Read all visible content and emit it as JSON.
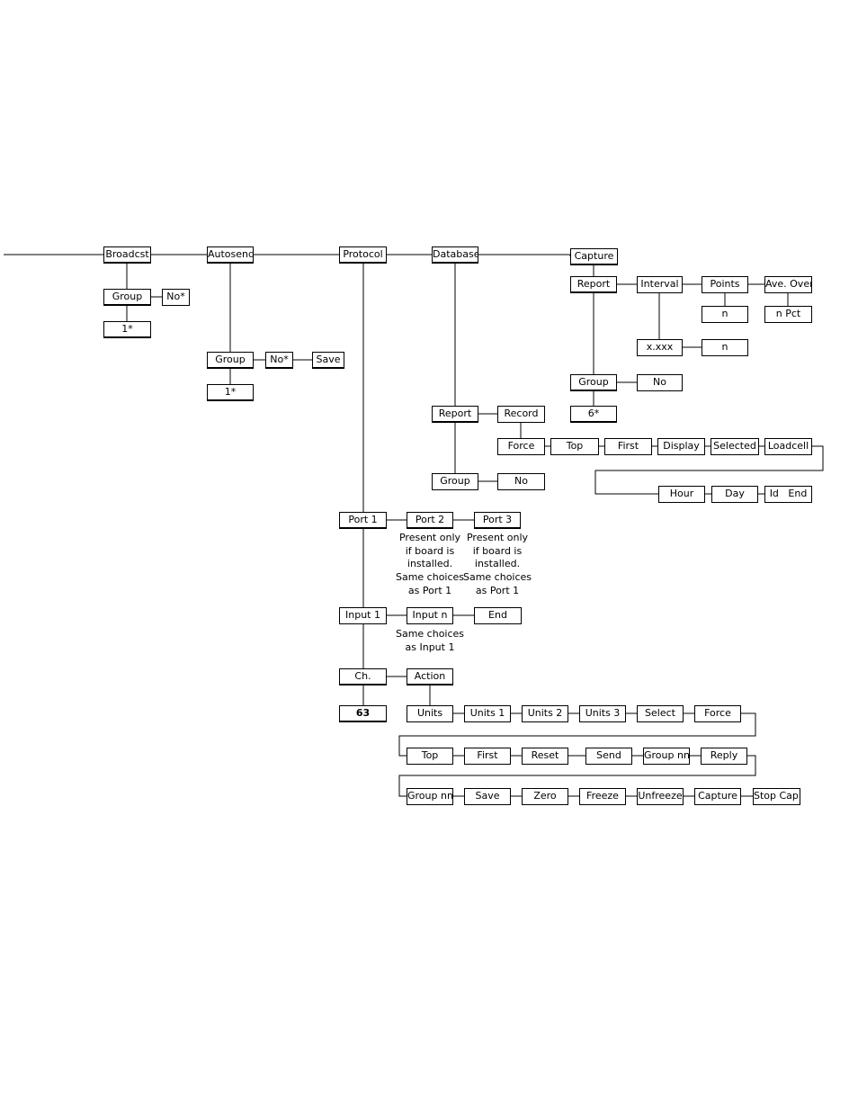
{
  "menu": {
    "broadcst": "Broadcst",
    "broadcst_group": "Group",
    "broadcst_group_no": "No*",
    "broadcst_group_1": "1*",
    "autosend": "Autosend",
    "autosend_group": "Group",
    "autosend_no": "No*",
    "autosend_save": "Save",
    "autosend_1": "1*",
    "protocol": "Protocol",
    "database": "Database",
    "db_report": "Report",
    "db_record": "Record",
    "db_group": "Group",
    "db_no": "No",
    "capture": "Capture",
    "cap_report": "Report",
    "cap_interval": "Interval",
    "cap_points": "Points",
    "cap_ave_over": "Ave. Over",
    "cap_points_n": "n",
    "cap_ave_n_pct": "n Pct",
    "cap_xxxx": "x.xxx",
    "cap_xxxx_n": "n",
    "cap_group": "Group",
    "cap_group_no": "No",
    "cap_group_6": "6*",
    "rec_force": "Force",
    "rec_top": "Top",
    "rec_first": "First",
    "rec_display": "Display",
    "rec_selected": "Selected",
    "rec_loadcell": "Loadcell",
    "rec_hour": "Hour",
    "rec_day": "Day",
    "rec_id_end": "Id   End",
    "port1": "Port 1",
    "port2": "Port 2",
    "port3": "Port 3",
    "port2_note": "Present only\nif board is\ninstalled.\nSame choices\nas Port 1",
    "port3_note": "Present only\nif board is\ninstalled.\nSame choices\nas Port 1",
    "input1": "Input 1",
    "inputn": "Input n",
    "input_end": "End",
    "inputn_note": "Same choices\nas Input 1",
    "ch": "Ch.",
    "action": "Action",
    "ch_63": "63",
    "act_units": "Units",
    "act_units1": "Units 1",
    "act_units2": "Units 2",
    "act_units3": "Units 3",
    "act_select": "Select",
    "act_force": "Force",
    "act_top": "Top",
    "act_first": "First",
    "act_reset": "Reset",
    "act_send": "Send",
    "act_group_nn_1": "Group nn",
    "act_reply": "Reply",
    "act_group_nn_2": "Group nn",
    "act_save": "Save",
    "act_zero": "Zero",
    "act_freeze": "Freeze",
    "act_unfreeze": "Unfreeze",
    "act_capture": "Capture",
    "act_stop_cap": "Stop Cap."
  }
}
